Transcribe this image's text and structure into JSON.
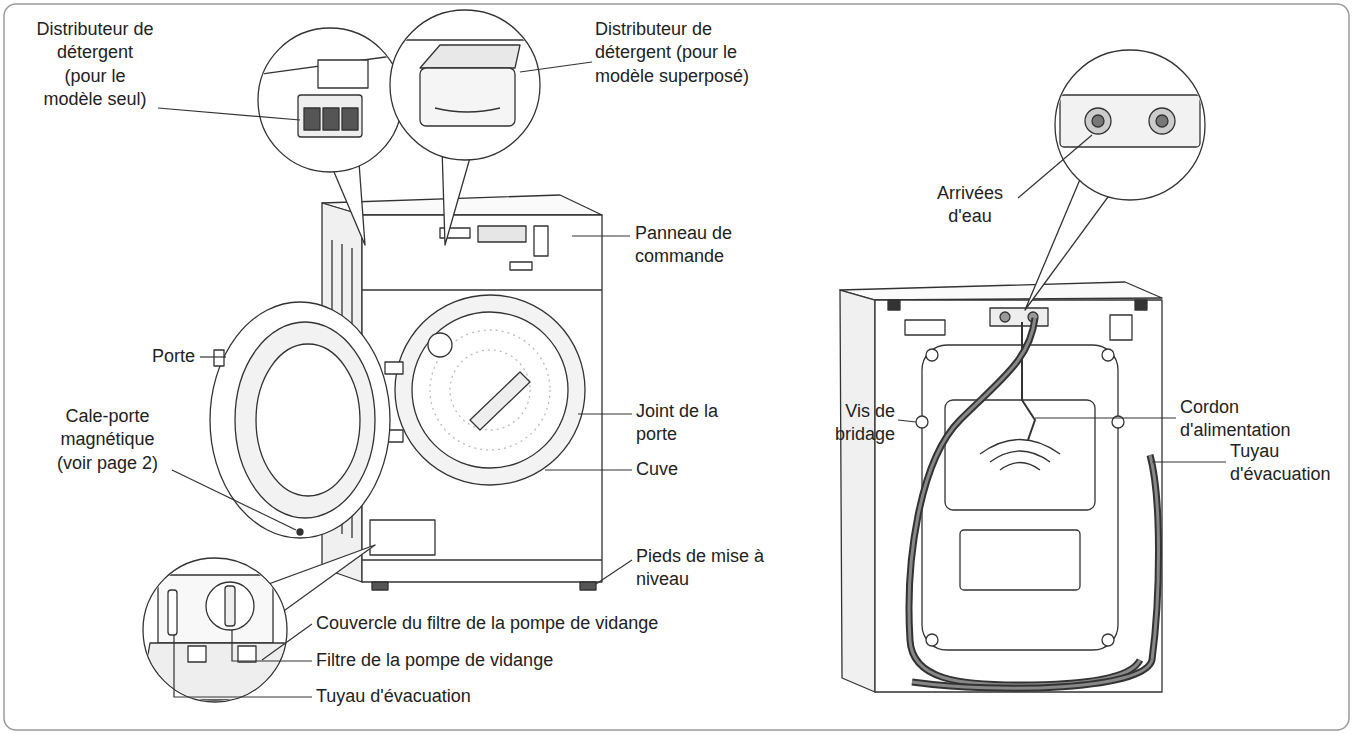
{
  "diagram": {
    "labels": [
      "Distributeur de détergent (pour le modèle seul)",
      "Distributeur de détergent (pour le modèle superposé)",
      "Panneau de commande",
      "Porte",
      "Joint de la porte",
      "Cale-porte magnétique (voir page 2)",
      "Cuve",
      "Pieds de mise à niveau",
      "Couvercle du filtre de la pompe de vidange",
      "Filtre de la pompe de vidange",
      "Tuyau d'évacuation",
      "Arrivées d'eau",
      "Vis de bridage",
      "Cordon d'alimentation",
      "Tuyau d'évacuation"
    ]
  }
}
